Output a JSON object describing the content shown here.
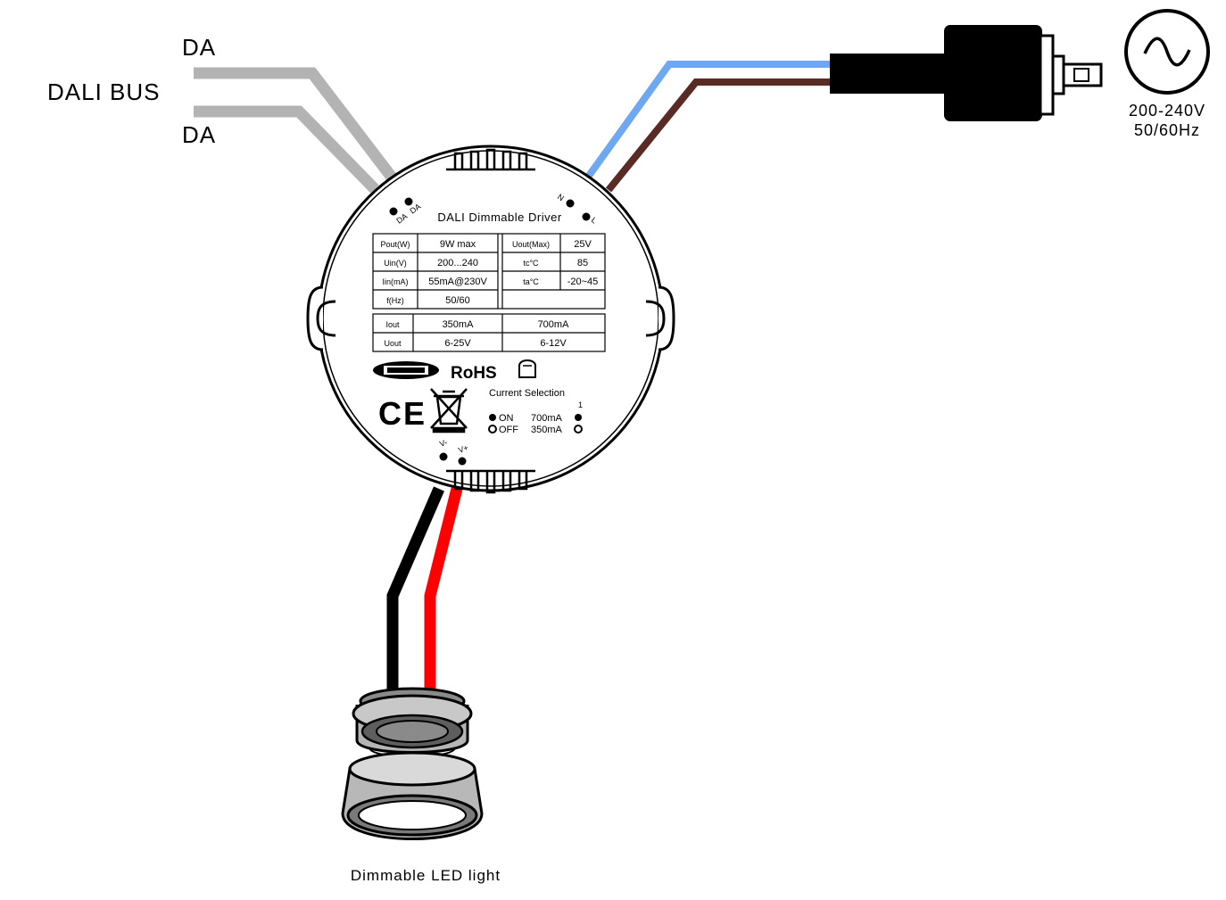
{
  "dali": {
    "bus_label": "DALI BUS",
    "da_top": "DA",
    "da_bottom": "DA"
  },
  "mains": {
    "voltage": "200-240V",
    "frequency": "50/60Hz"
  },
  "driver": {
    "title": "DALI Dimmable Driver",
    "terminal_da_left": "DA",
    "terminal_da_right": "DA",
    "terminal_n": "N",
    "terminal_l": "L",
    "terminal_v_minus": "V-",
    "terminal_v_plus": "V+",
    "spec_left": [
      {
        "param": "Pout(W)",
        "value": "9W max"
      },
      {
        "param": "Uin(V)",
        "value": "200...240"
      },
      {
        "param": "Iin(mA)",
        "value": "55mA@230V"
      },
      {
        "param": "f(Hz)",
        "value": "50/60"
      }
    ],
    "spec_right": [
      {
        "param": "Uout(Max)",
        "value": "25V"
      },
      {
        "param": "tc°C",
        "value": "85"
      },
      {
        "param": "ta°C",
        "value": "-20~45"
      }
    ],
    "output_table": {
      "iout_label": "Iout",
      "uout_label": "Uout",
      "iout_350": "350mA",
      "iout_700": "700mA",
      "uout_350": "6-25V",
      "uout_700": "6-12V"
    },
    "rohs": "RoHS",
    "ce": "CE",
    "current_selection": {
      "title": "Current Selection",
      "switch_number": "1",
      "on_label": "ON",
      "off_label": "OFF",
      "on_current": "700mA",
      "off_current": "350mA"
    }
  },
  "led": {
    "label": "Dimmable LED light"
  },
  "colors": {
    "dali_wire": "#b3b3b3",
    "neutral_wire": "#6ea7f2",
    "live_wire": "#5a2b24",
    "negative_wire": "#000000",
    "positive_wire": "#ff0000"
  }
}
